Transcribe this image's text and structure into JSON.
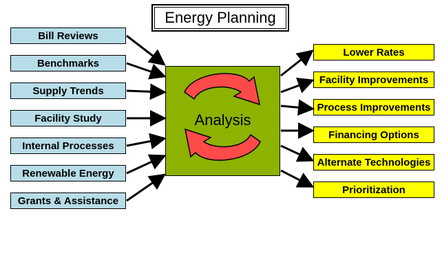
{
  "title": "Energy Planning",
  "center": {
    "label": "Analysis"
  },
  "inputs": [
    "Bill Reviews",
    "Benchmarks",
    "Supply Trends",
    "Facility Study",
    "Internal Processes",
    "Renewable Energy",
    "Grants & Assistance"
  ],
  "outputs": [
    "Lower Rates",
    "Facility Improvements",
    "Process Improvements",
    "Financing Options",
    "Alternate Technologies",
    "Prioritization"
  ],
  "colors": {
    "input_fill": "#b7dde8",
    "output_fill": "#ffff00",
    "center_fill": "#8db300",
    "cycle_arrow": "#ff4a4a"
  }
}
